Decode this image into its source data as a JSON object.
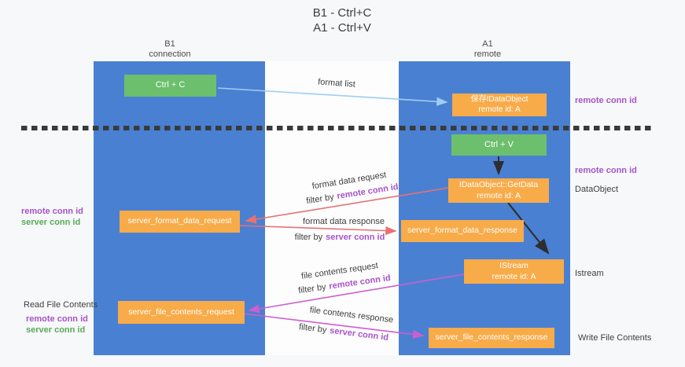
{
  "title": {
    "line1": "B1 - Ctrl+C",
    "line2": "A1 - Ctrl+V"
  },
  "lanes": {
    "left": {
      "name": "B1",
      "role": "connection"
    },
    "right": {
      "name": "A1",
      "role": "remote"
    }
  },
  "boxes": {
    "ctrl_c": {
      "label": "Ctrl + C"
    },
    "ctrl_v": {
      "label": "Ctrl + V"
    },
    "save_dataobject": {
      "line1": "保存IDataObject",
      "line2": "remote id: A"
    },
    "getdata": {
      "line1": "IDataObject::GetData",
      "line2": "remote id: A"
    },
    "istream": {
      "line1": "IStream",
      "line2": "remote id: A"
    },
    "format_request": {
      "label": "server_format_data_request"
    },
    "format_response": {
      "label": "server_format_data_response"
    },
    "file_request": {
      "label": "server_file_contents_request"
    },
    "file_response": {
      "label": "server_file_contents_response"
    }
  },
  "arrows": {
    "format_list": {
      "label": "format list"
    },
    "format_data_request": {
      "label": "format data request",
      "filter_prefix": "filter by",
      "filter_key": "remote conn id"
    },
    "format_data_response": {
      "label": "format data response",
      "filter_prefix": "filter by",
      "filter_key": "server conn id"
    },
    "file_contents_request": {
      "label": "file contents request",
      "filter_prefix": "filter by",
      "filter_key": "remote conn id"
    },
    "file_contents_response": {
      "label": "file contents response",
      "filter_prefix": "filter by",
      "filter_key": "server conn id"
    }
  },
  "annotations": {
    "remote_conn_id_top_right": "remote conn id",
    "remote_conn_id_mid_right": "remote conn id",
    "dataobject": "DataObject",
    "istream": "Istream",
    "write_file_contents": "Write File Contents",
    "read_file_contents": "Read File Contents",
    "remote_conn_id_left_1": "remote conn id",
    "server_conn_id_left_1": "server conn id",
    "remote_conn_id_left_2": "remote conn id",
    "server_conn_id_left_2": "server conn id"
  },
  "colors": {
    "lane_blue": "#4a80d2",
    "box_green": "#6cbf6c",
    "box_orange": "#f8ab49",
    "arrow_red": "#e87171",
    "arrow_magenta": "#ce5ecf",
    "arrow_lightblue": "#9fcdf0",
    "arrow_black": "#2e2e2e",
    "text_purple": "#a753c9",
    "text_green": "#58ab58",
    "dashed_line": "#3a3a3a"
  }
}
